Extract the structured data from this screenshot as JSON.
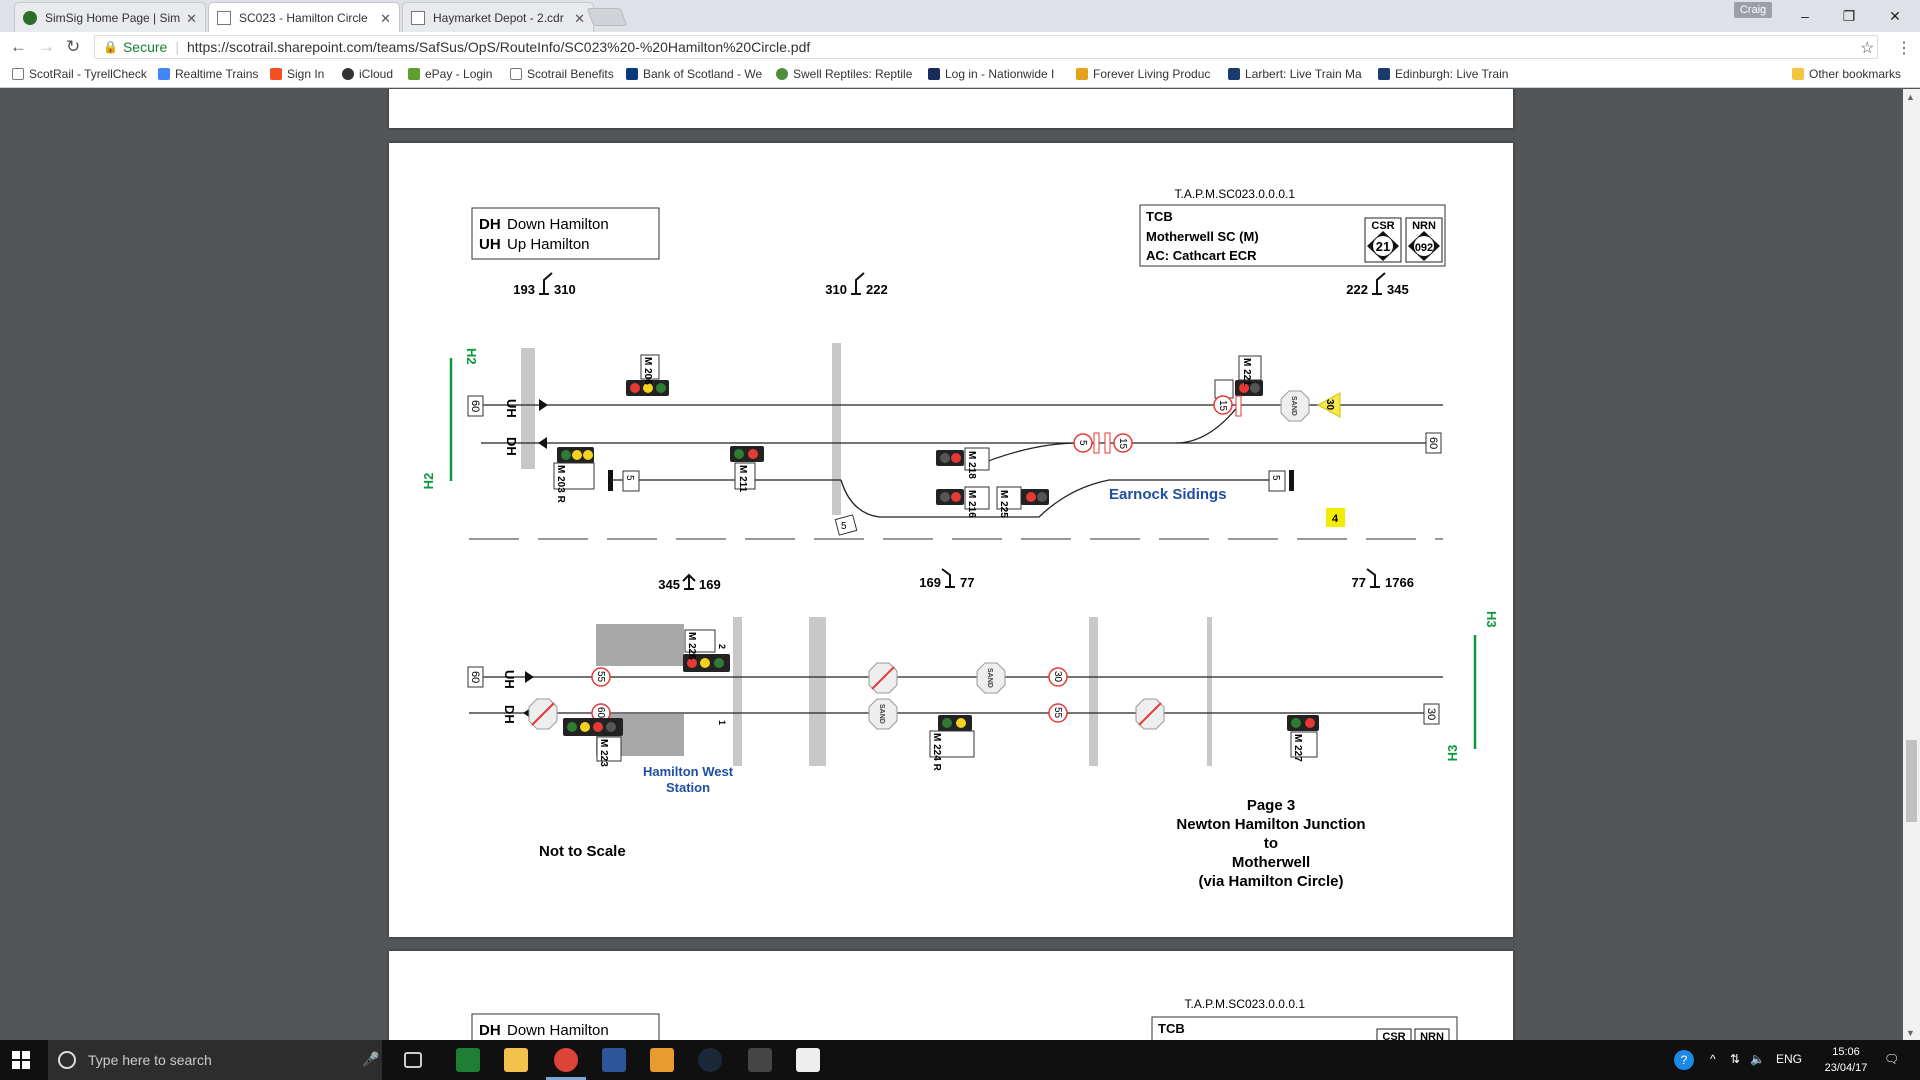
{
  "browser": {
    "tabs": [
      {
        "title": "SimSig Home Page | Sim",
        "icon": "simsig-icon",
        "active": false
      },
      {
        "title": "SC023 - Hamilton Circle",
        "icon": "document-icon",
        "active": true
      },
      {
        "title": "Haymarket Depot - 2.cdr",
        "icon": "document-icon",
        "active": false
      }
    ],
    "user": "Craig",
    "secure_label": "Secure",
    "url": "https://scotrail.sharepoint.com/teams/SafSus/OpS/RouteInfo/SC023%20-%20Hamilton%20Circle.pdf",
    "bookmarks": [
      {
        "label": "ScotRail - TyrellCheck",
        "color": "#ffffff"
      },
      {
        "label": "Realtime Trains",
        "color": "#4285f4"
      },
      {
        "label": "Sign In",
        "color": "#f25022"
      },
      {
        "label": "iCloud",
        "color": "#333333"
      },
      {
        "label": "ePay - Login",
        "color": "#5e9f2e"
      },
      {
        "label": "Scotrail Benefits",
        "color": "#ffffff"
      },
      {
        "label": "Bank of Scotland - We",
        "color": "#0a3a7a"
      },
      {
        "label": "Swell Reptiles: Reptile",
        "color": "#4f8f3a"
      },
      {
        "label": "Log in - Nationwide I",
        "color": "#1a2a5a"
      },
      {
        "label": "Forever Living Produc",
        "color": "#e3a21a"
      },
      {
        "label": "Larbert: Live Train Ma",
        "color": "#1b3c6a"
      },
      {
        "label": "Edinburgh: Live Train",
        "color": "#1b3c6a"
      }
    ],
    "other_bookmarks": "Other bookmarks"
  },
  "page": {
    "doc_ref": "T.A.P.M.SC023.0.0.0.1",
    "legend": {
      "dh_abbr": "DH",
      "dh_text": "Down  Hamilton",
      "uh_abbr": "UH",
      "uh_text": "Up  Hamilton"
    },
    "info_box": {
      "line1": "TCB",
      "line2": "Motherwell  SC  (M)",
      "line3": "AC:  Cathcart  ECR",
      "csr_label": "CSR",
      "csr_value": "21",
      "nrn_label": "NRN",
      "nrn_value": "092"
    },
    "mileages_top": [
      {
        "left": "193",
        "right": "310"
      },
      {
        "left": "310",
        "right": "222"
      },
      {
        "left": "222",
        "right": "345"
      }
    ],
    "mileages_bottom": [
      {
        "left": "345",
        "right": "169"
      },
      {
        "left": "169",
        "right": "77"
      },
      {
        "left": "77",
        "right": "1766"
      }
    ],
    "line_labels": {
      "uh": "UH",
      "dh": "DH"
    },
    "radio_areas": {
      "h2": "H2",
      "h3": "H3"
    },
    "speeds_top": {
      "uh_left": "60",
      "dh_right": "60",
      "s15a": "15",
      "s15b": "15",
      "s5": "5",
      "s30": "30",
      "platform_5a": "5",
      "platform_5b": "5",
      "platform_5c": "5"
    },
    "speeds_bottom": {
      "uh_left": "60",
      "s55a": "55",
      "s60": "60",
      "s30": "30",
      "s55b": "55",
      "dh_right": "30"
    },
    "signals_top": {
      "m206": "M 206",
      "m203": "M 203 R",
      "m211": "M 211",
      "m218": "M 218",
      "m216": "M 216",
      "m225": "M 225",
      "m221": "M 221"
    },
    "signals_bottom": {
      "m226": "M 226",
      "m223": "M 223",
      "m224": "M 224 R",
      "m227": "M 227"
    },
    "sand_label": "SAND",
    "earnock": "Earnock  Sidings",
    "marker_4": "4",
    "platforms": {
      "p1": "1",
      "p2": "2"
    },
    "station": {
      "line1": "Hamilton  West",
      "line2": "Station"
    },
    "not_to_scale": "Not  to  Scale",
    "page_title": {
      "l1": "Page  3",
      "l2": "Newton  Hamilton  Junction",
      "l3": "to",
      "l4": "Motherwell",
      "l5": "(via  Hamilton  Circle)"
    },
    "next_page": {
      "dh_abbr": "DH",
      "dh_text": "Down  Hamilton",
      "doc_ref": "T.A.P.M.SC023.0.0.0.1",
      "tcb": "TCB",
      "csr_label": "CSR",
      "nrn_label": "NRN"
    }
  },
  "taskbar": {
    "search_placeholder": "Type here to search",
    "lang": "ENG",
    "time": "15:06",
    "date": "23/04/17"
  }
}
